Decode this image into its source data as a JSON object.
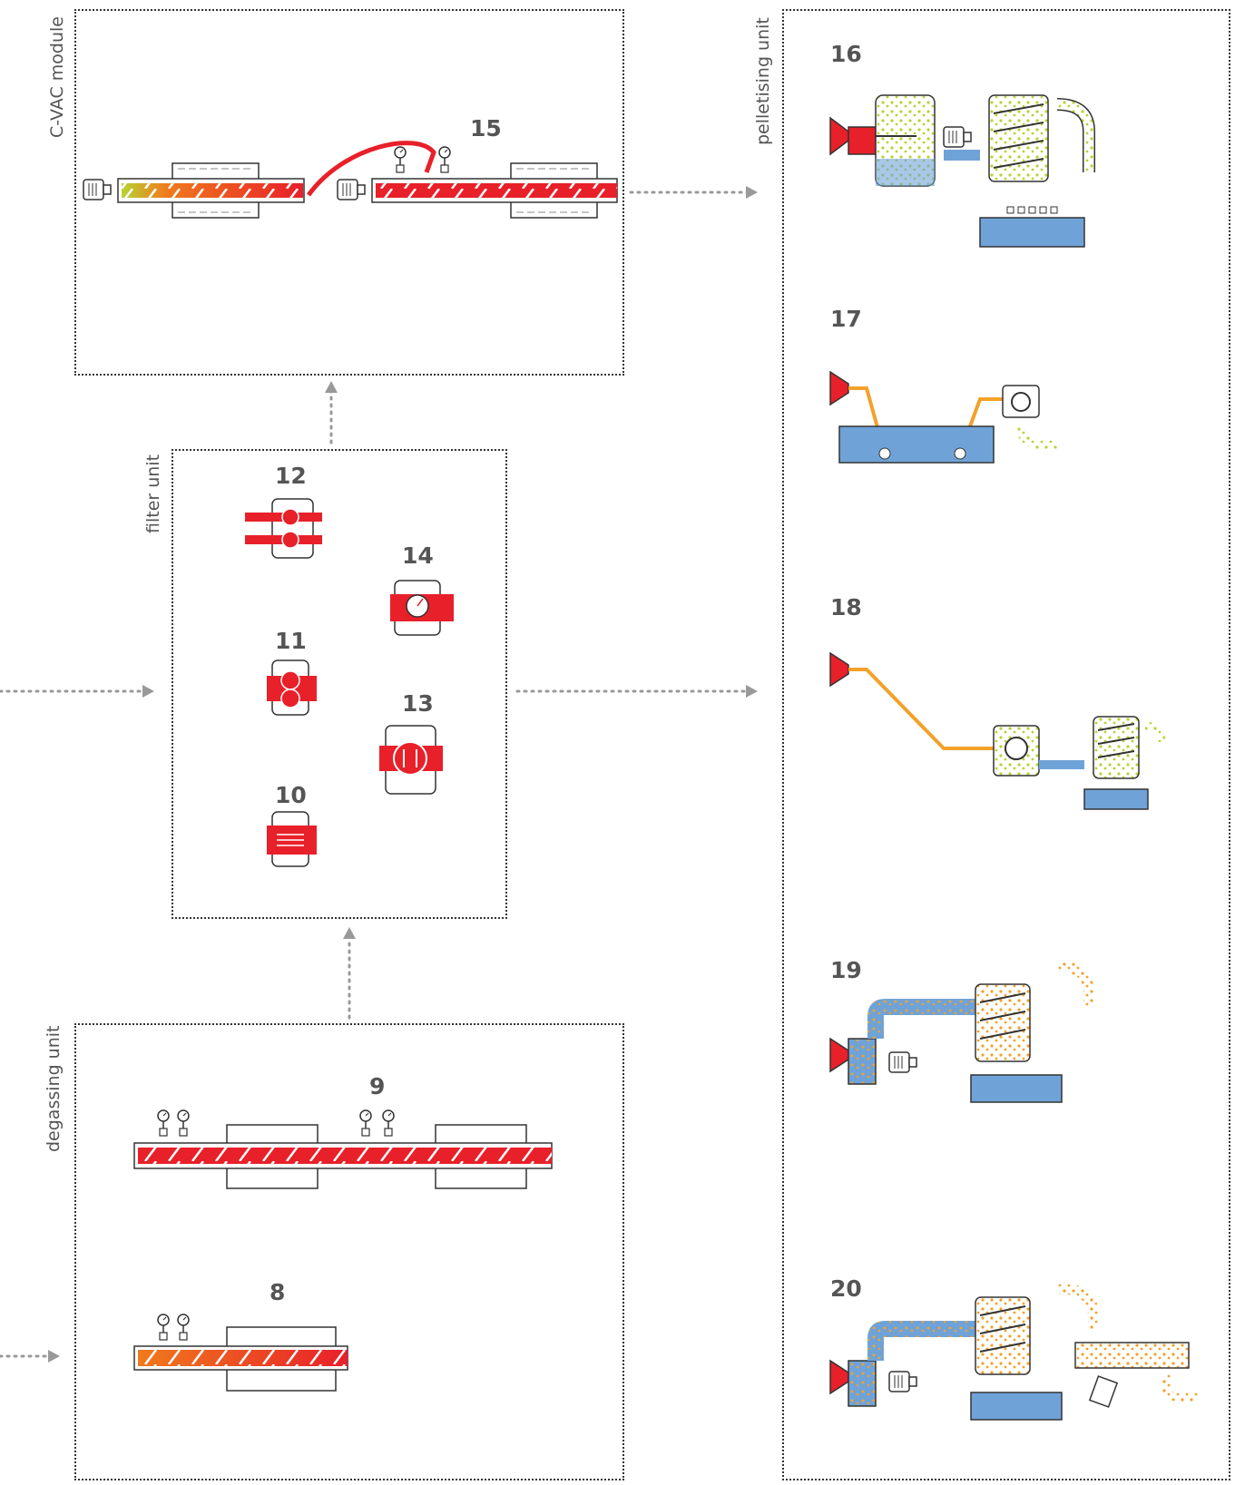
{
  "labels": {
    "cvac": "C-VAC module",
    "pelletising": "pelletising  unit",
    "filter": "filter unit",
    "degassing": "degassing unit"
  },
  "numbers": {
    "n8": "8",
    "n9": "9",
    "n10": "10",
    "n11": "11",
    "n12": "12",
    "n13": "13",
    "n14": "14",
    "n15": "15",
    "n16": "16",
    "n17": "17",
    "n18": "18",
    "n19": "19",
    "n20": "20"
  },
  "colors": {
    "melt": "#e8202a",
    "melt_orange": "#f07a1c",
    "water": "#6fa3d8",
    "pellet_green": "#b6d433",
    "pellet_orange": "#f3a12a",
    "arrow": "#999999",
    "outline": "#333333"
  }
}
